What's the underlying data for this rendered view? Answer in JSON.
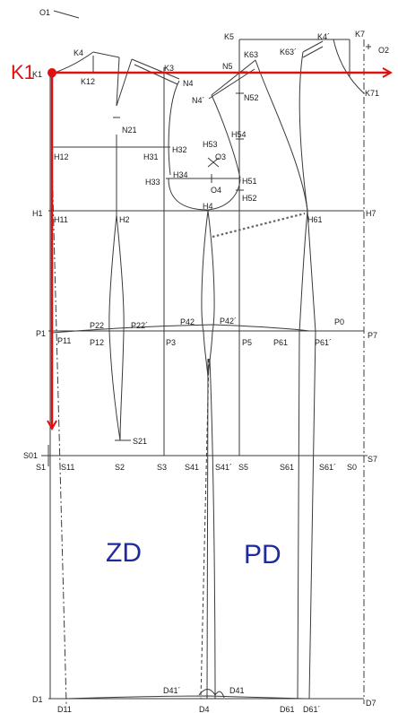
{
  "diagram": {
    "origin_label": "K1",
    "section_front": "ZD",
    "section_back": "PD",
    "colors": {
      "line": "#3a3a3a",
      "thin": "#6a6a6a",
      "axis": "#e01010",
      "section_text": "#1f2a9c",
      "dotted": "#666666"
    }
  },
  "points": {
    "O1": "O1",
    "K4": "K4",
    "K12": "K12",
    "K1": "K1",
    "K3": "K3",
    "N4": "N4",
    "K5": "K5",
    "N5": "N5",
    "K63": "K63",
    "K63p": "K63´",
    "K4p": "K4´",
    "K7": "K7",
    "O2": "O2",
    "K71": "K71",
    "N4p": "N4´",
    "N52": "N52",
    "N21": "N21",
    "H54": "H54",
    "H53": "H53",
    "O3": "O3",
    "H32": "H32",
    "H31": "H31",
    "H12": "H12",
    "H34": "H34",
    "H33": "H33",
    "O4": "O4",
    "H51": "H51",
    "H52": "H52",
    "H1": "H1",
    "H11": "H11",
    "H2": "H2",
    "H4": "H4",
    "H61": "H61",
    "H7": "H7",
    "P42": "P42",
    "P42p": "P42´",
    "P22": "P22",
    "P22p": "P22´",
    "P0": "P0",
    "P1": "P1",
    "P11": "P11",
    "P12": "P12",
    "P3": "P3",
    "P5": "P5",
    "P61": "P61",
    "P61p": "P61´",
    "P7": "P7",
    "S21": "S21",
    "S01": "S01",
    "S1": "S1",
    "S11": "S11",
    "S2": "S2",
    "S3": "S3",
    "S41": "S41",
    "S41p": "S41´",
    "S5": "S5",
    "S61": "S61",
    "S61p": "S61´",
    "S0": "S0",
    "S7": "S7",
    "D1": "D1",
    "D11": "D11",
    "D41p": "D41´",
    "D41": "D41",
    "D4": "D4",
    "D61": "D61",
    "D61p": "D61´",
    "D7": "D7"
  }
}
